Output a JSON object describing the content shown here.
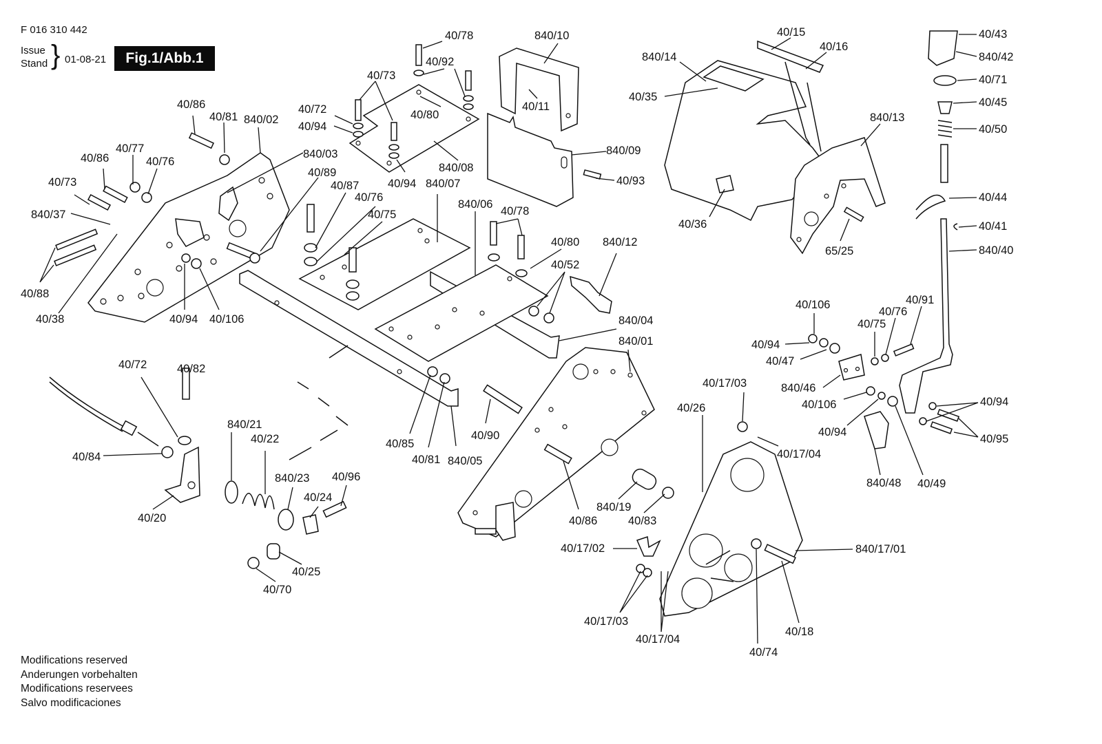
{
  "header": {
    "part_number": "F 016 310 442",
    "issue_label_1": "Issue",
    "issue_label_2": "Stand",
    "issue_date": "01-08-21",
    "figure_label": "Fig.1/Abb.1"
  },
  "footer": {
    "notes": [
      "Modifications reserved",
      "Anderungen vorbehalten",
      "Modifications reservees",
      "Salvo modificaciones"
    ]
  },
  "callouts": [
    "40/86",
    "40/81",
    "840/02",
    "40/77",
    "40/86",
    "40/76",
    "40/73",
    "840/37",
    "40/88",
    "40/38",
    "40/94",
    "40/106",
    "840/03",
    "40/89",
    "40/87",
    "40/76",
    "40/75",
    "40/72",
    "40/94",
    "40/73",
    "40/78",
    "40/92",
    "40/80",
    "40/94",
    "840/08",
    "840/07",
    "840/10",
    "40/11",
    "840/09",
    "40/93",
    "840/06",
    "40/78",
    "40/80",
    "40/52",
    "840/12",
    "840/04",
    "840/01",
    "40/85",
    "40/81",
    "840/05",
    "40/90",
    "40/72",
    "40/82",
    "40/84",
    "40/20",
    "840/21",
    "40/22",
    "840/23",
    "40/96",
    "40/24",
    "40/25",
    "40/70",
    "40/86",
    "840/19",
    "40/83",
    "40/17/02",
    "40/17/03",
    "40/17/04",
    "40/26",
    "40/17/03",
    "40/17/04",
    "40/74",
    "40/18",
    "840/17/01",
    "840/14",
    "40/15",
    "40/16",
    "40/35",
    "40/36",
    "840/13",
    "65/25",
    "40/43",
    "840/42",
    "40/71",
    "40/45",
    "40/50",
    "40/44",
    "40/41",
    "840/40",
    "40/106",
    "40/94",
    "40/47",
    "840/46",
    "40/75",
    "40/76",
    "40/91",
    "40/106",
    "40/94",
    "840/48",
    "40/49",
    "40/94",
    "40/95"
  ]
}
